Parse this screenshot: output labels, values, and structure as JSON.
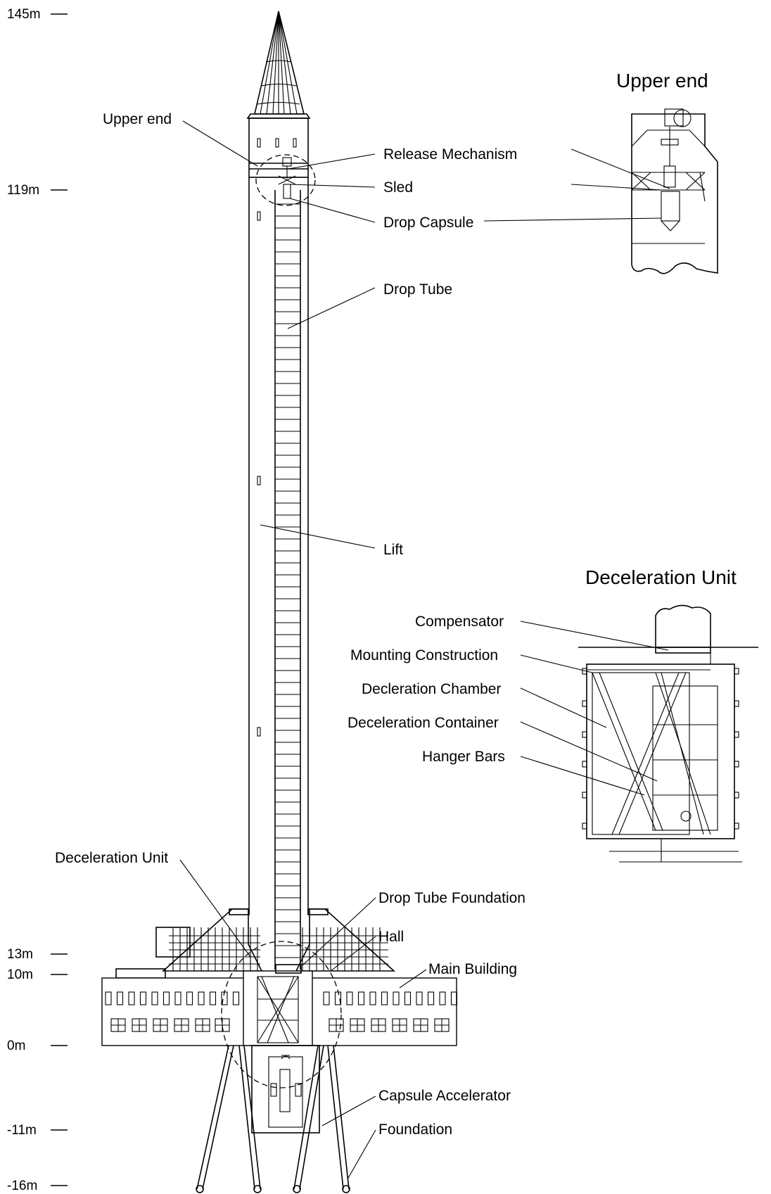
{
  "heights": [
    "145m",
    "119m",
    "13m",
    "10m",
    "0m",
    "-11m",
    "-16m"
  ],
  "labels": {
    "upper_end": "Upper end",
    "release_mechanism": "Release Mechanism",
    "sled": "Sled",
    "drop_capsule": "Drop Capsule",
    "drop_tube": "Drop Tube",
    "lift": "Lift",
    "deceleration_unit": "Deceleration Unit",
    "drop_tube_foundation": "Drop Tube Foundation",
    "hall": "Hall",
    "main_building": "Main Building",
    "capsule_accelerator": "Capsule Accelerator",
    "foundation": "Foundation"
  },
  "insets": {
    "upper_end": {
      "title": "Upper end"
    },
    "deceleration_unit": {
      "title": "Deceleration Unit",
      "labels": {
        "compensator": "Compensator",
        "mounting_construction": "Mounting Construction",
        "decleration_chamber": "Decleration Chamber",
        "deceleration_container": "Deceleration Container",
        "hanger_bars": "Hanger Bars"
      }
    }
  }
}
